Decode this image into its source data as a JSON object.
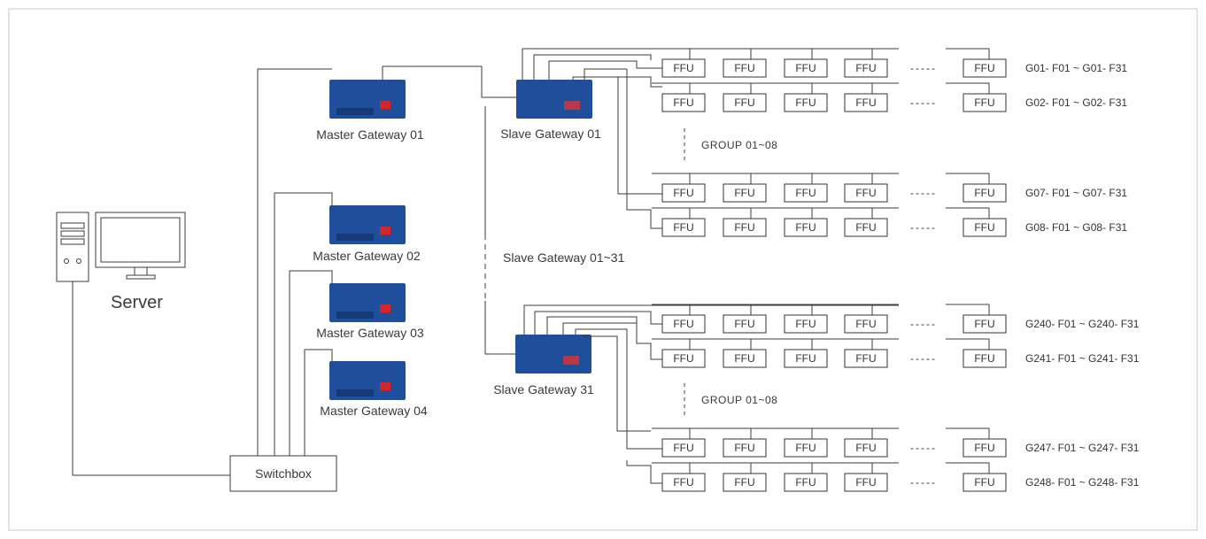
{
  "server": {
    "label": "Server",
    "icon": "server-computer-icon"
  },
  "switchbox": {
    "label": "Switchbox"
  },
  "masters": [
    {
      "label": "Master Gateway 01"
    },
    {
      "label": "Master Gateway 02"
    },
    {
      "label": "Master Gateway 03"
    },
    {
      "label": "Master Gateway 04"
    }
  ],
  "slaves": [
    {
      "label": "Slave Gateway 01"
    },
    {
      "label": "Slave Gateway 31"
    }
  ],
  "slave_range_label": "Slave Gateway 01~31",
  "group_range_label": "GROUP  01~08",
  "ffu_label": "FFU",
  "ffu_gap_symbol": "-----",
  "rows": [
    {
      "label": "G01- F01 ~ G01- F31"
    },
    {
      "label": "G02- F01 ~ G02- F31"
    },
    {
      "label": "G07- F01 ~ G07- F31"
    },
    {
      "label": "G08- F01 ~ G08- F31"
    },
    {
      "label": "G240- F01 ~ G240- F31"
    },
    {
      "label": "G241- F01 ~ G241- F31"
    },
    {
      "label": "G247- F01 ~ G247- F31"
    },
    {
      "label": "G248- F01 ~ G248- F31"
    }
  ],
  "colors": {
    "line": "#3c3c3c",
    "device_body": "#1f4f9a",
    "device_dark": "#163a78",
    "device_accent": "#d0262c",
    "box_border": "#333333"
  }
}
